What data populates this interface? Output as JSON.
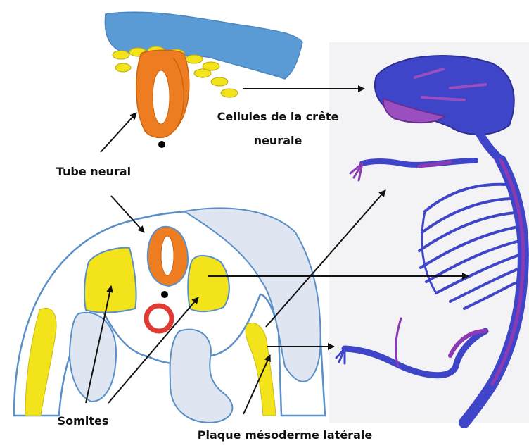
{
  "labels": {
    "neural_crest_line1": "Cellules de la crête",
    "neural_crest_line2": "neurale",
    "neural_tube": "Tube neural",
    "somites": "Somites",
    "lateral_plate": "Plaque mésoderme latérale"
  },
  "colors": {
    "ectoderm_blue": "#5b9bd5",
    "neural_tube_orange": "#ee7d22",
    "crest_yellow": "#f2e31a",
    "notochord_red": "#e03a33",
    "outline_blue": "#5a8fc8",
    "body_fill": "#e8eef8",
    "skeleton_blue": "#3f45c8",
    "skeleton_purple": "#8c3ab4"
  }
}
